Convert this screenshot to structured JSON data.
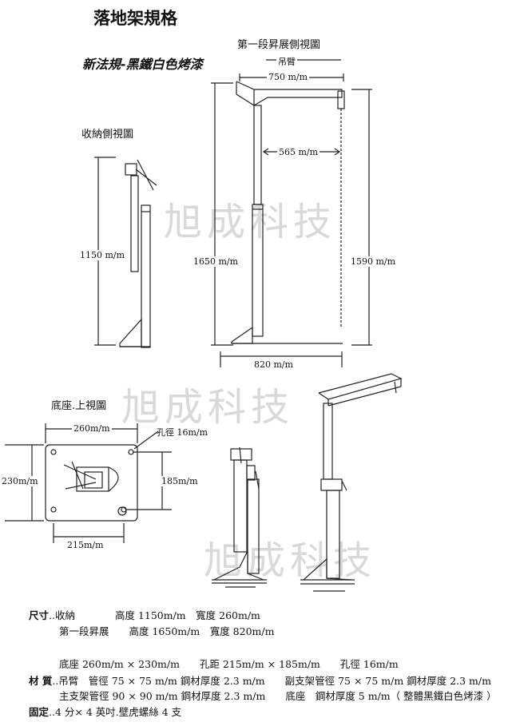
{
  "title": "落地架規格",
  "subtitle": "新法規-黑鐵白色烤漆",
  "watermark": "旭成科技",
  "views": {
    "extended_side": "第一段昇展側視圖",
    "stowed_side": "收納側視圖",
    "base_top": "底座.上視圖"
  },
  "dims": {
    "arm_label": "吊臂",
    "arm_len": "750 m/m",
    "arm_inner": "565 m/m",
    "height_ext": "1650 m/m",
    "height_ext_hook": "1590 m/m",
    "depth_ext": "820 m/m",
    "height_stowed": "1150 m/m",
    "base_w": "260m/m",
    "base_h": "230m/m",
    "hole_dia": "孔徑 16m/m",
    "hole_v": "185m/m",
    "hole_h": "215m/m"
  },
  "specs": {
    "size_label": "尺寸",
    "size_r1": "..收納　　　　高度 1150m/m　寬度 260m/m",
    "size_r2": "第一段昇展　　高度 1650m/m　寬度 820m/m",
    "size_r3": "底座 260m/m × 230m/m　　孔距 215m/m × 185m/m　　孔徑 16m/m",
    "mat_label": "材 質",
    "mat_r1": "..吊臂　管徑 75 × 75 m/m 鋼材厚度 2.3 m/m　　副支架管徑 75 × 75 m/m 鋼材厚度 2.3 m/m",
    "mat_r2": "主支架管徑 90 × 90 m/m 鋼材厚度 2.3 m/m　　底座　鋼材厚度 5 m/m（ 整體黑鐵白色烤漆 ）",
    "fix_label": "固定",
    "fix_r1": "..4 分× 4 英吋.壁虎螺絲 4 支"
  }
}
